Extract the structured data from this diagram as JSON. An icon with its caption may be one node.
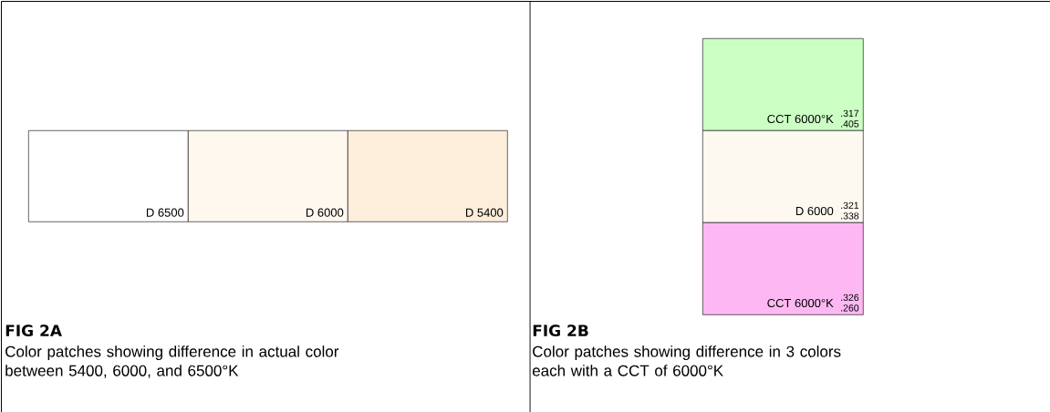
{
  "diagram": {
    "nodes": [
      {
        "text": [
          "D 6500"
        ]
      },
      {
        "text": [
          "D 6000"
        ]
      },
      {
        "text": [
          "D 5400"
        ]
      },
      {
        "text": [
          "CCT 6000°K",
          ".317",
          ".405"
        ]
      },
      {
        "text": [
          "D 6000",
          ".321",
          ".338"
        ]
      },
      {
        "text": [
          "CCT 6000°K",
          ".326",
          ".260"
        ]
      }
    ],
    "labels": [
      "FIG 2A",
      "Color patches showing difference in actual color between 5400, 6000, and 6500°K",
      "FIG 2B",
      "Color patches showing difference in 3 colors each with a CCT of 6000°K"
    ]
  }
}
